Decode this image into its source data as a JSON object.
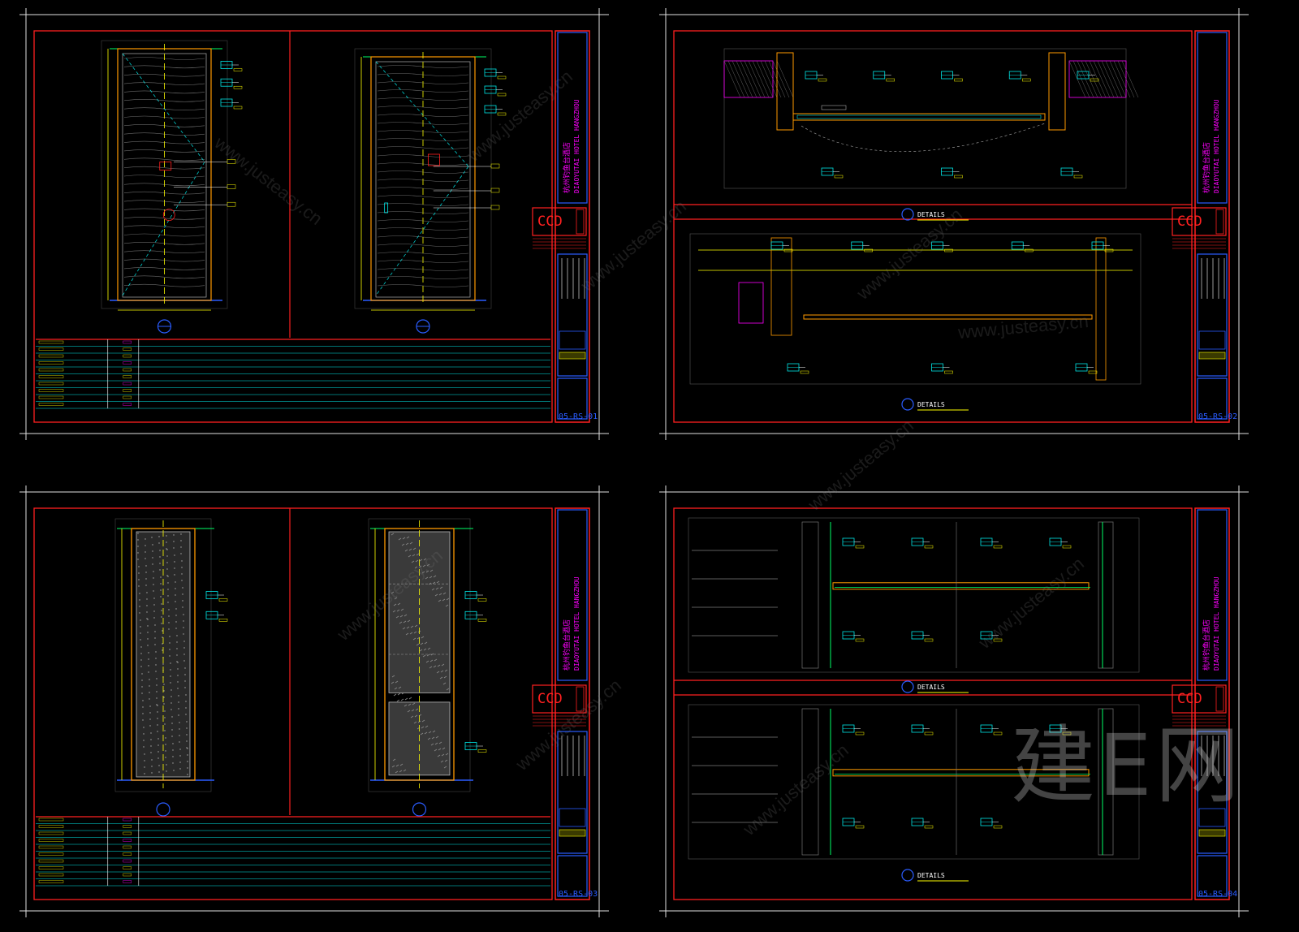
{
  "watermark": {
    "site": "www.justeasy.cn",
    "brand": "建E网"
  },
  "sheets": [
    {
      "id": "top-left",
      "sheet_no": "05-RS-01",
      "project_cn": "杭州钓鱼台酒店",
      "project_en": "DIAOYUTAI HOTEL HANGZHOU",
      "logo": "CCD",
      "views": [
        "elevation",
        "elevation"
      ]
    },
    {
      "id": "top-right",
      "sheet_no": "05-RS-02",
      "project_cn": "杭州钓鱼台酒店",
      "project_en": "DIAOYUTAI HOTEL HANGZHOU",
      "logo": "CCD",
      "detail_titles": [
        "DETAILS",
        "DETAILS"
      ]
    },
    {
      "id": "bottom-left",
      "sheet_no": "05-RS-03",
      "project_cn": "杭州钓鱼台酒店",
      "project_en": "DIAOYUTAI HOTEL HANGZHOU",
      "logo": "CCD",
      "views": [
        "elevation",
        "elevation"
      ]
    },
    {
      "id": "bottom-right",
      "sheet_no": "05-RS-04",
      "project_cn": "杭州钓鱼台酒店",
      "project_en": "DIAOYUTAI HOTEL HANGZHOU",
      "logo": "CCD",
      "detail_titles": [
        "DETAILS",
        "DETAILS"
      ]
    }
  ],
  "colors": {
    "background": "#000000",
    "frame": "#e0e0e0",
    "border": "#ff2020",
    "titleblock": "#2a5cff",
    "accent_yellow": "#ffff00",
    "accent_cyan": "#00e5e5",
    "accent_magenta": "#ff00ff",
    "accent_orange": "#ff9a00",
    "accent_green": "#00ff66"
  }
}
